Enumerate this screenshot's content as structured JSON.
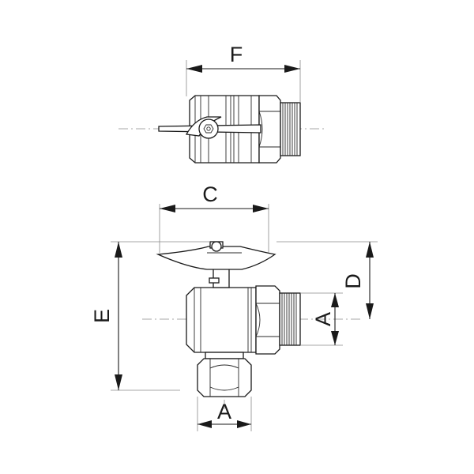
{
  "dimensions": {
    "F": "F",
    "C": "C",
    "E": "E",
    "D": "D",
    "A_side": "A",
    "A_bottom": "A"
  },
  "colors": {
    "line": "#1a1a1a",
    "construction": "#8a8a8a",
    "background": "#ffffff"
  }
}
